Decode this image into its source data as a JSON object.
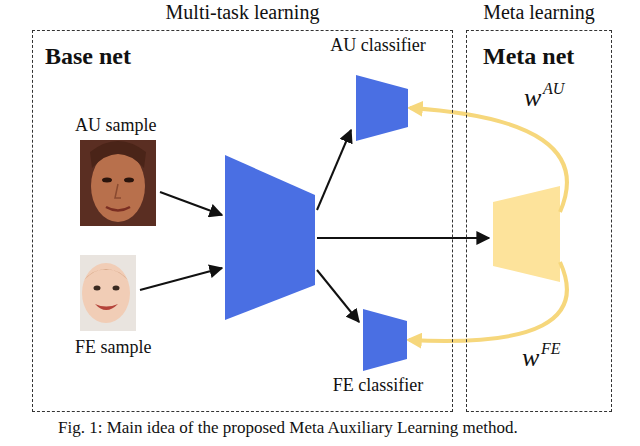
{
  "diagram": {
    "caption": "Fig. 1: Main idea of the proposed Meta Auxiliary Learning method.",
    "nodes": [
      {
        "text": [
          "Multi-task learning",
          "Base net"
        ]
      },
      {
        "text": [
          "Meta learning",
          "Meta net"
        ]
      },
      {
        "text": [
          "AU sample"
        ],
        "in": 0
      },
      {
        "text": [
          "FE sample"
        ],
        "in": 0
      },
      {
        "text": [
          "AU classifier"
        ],
        "in": 0
      },
      {
        "text": [
          "FE classifier"
        ],
        "in": 0
      }
    ],
    "edges": [
      {
        "from": 1,
        "to": 4,
        "arrow": "to",
        "label": "w"
      },
      {
        "from": 1,
        "to": 5,
        "arrow": "to",
        "label": "w"
      }
    ],
    "labels": [
      "AU",
      "FE"
    ]
  }
}
